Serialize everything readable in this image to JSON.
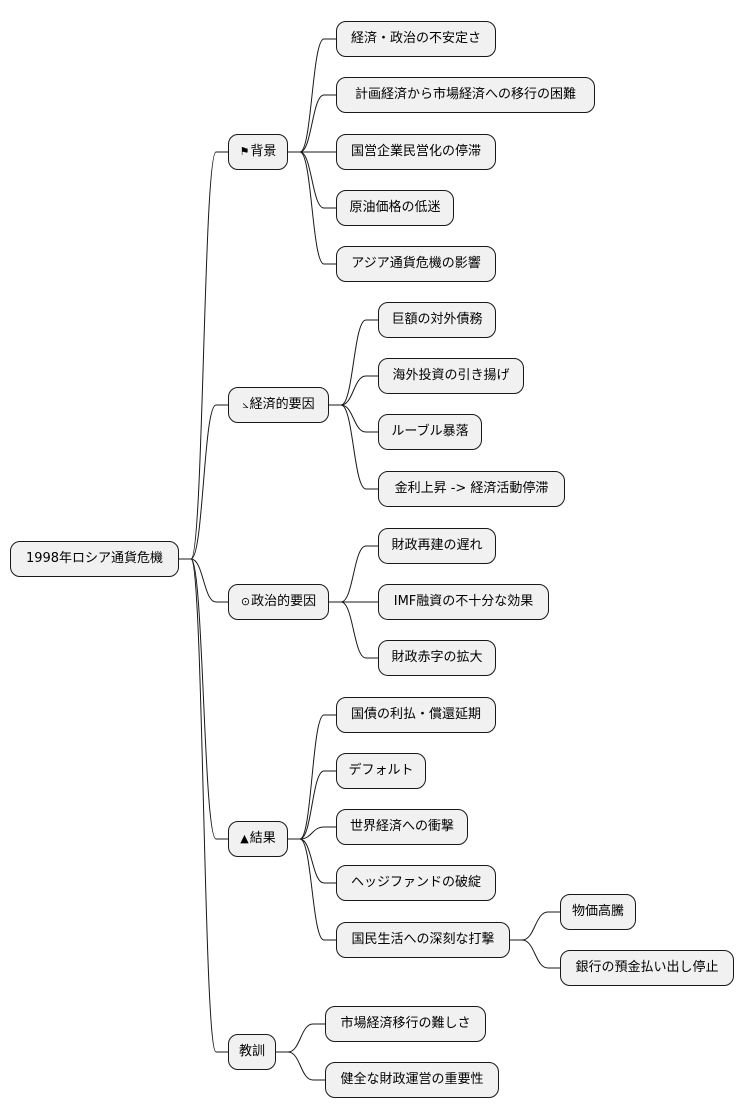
{
  "root": "1998年ロシア通貨危機",
  "colors": {
    "node_fill": "#f1f1f1",
    "node_border": "#181818",
    "edge": "#181818"
  },
  "branches": [
    {
      "icon": "flag-icon",
      "glyph": "⚑",
      "label": "背景",
      "children": [
        "経済・政治の不安定さ",
        "計画経済から市場経済への移行の困難",
        "国営企業民営化の停滞",
        "原油価格の低迷",
        "アジア通貨危機の影響"
      ]
    },
    {
      "icon": "chart-line-icon",
      "glyph": "⦣",
      "label": "経済的要因",
      "children": [
        "巨額の対外債務",
        "海外投資の引き揚げ",
        "ルーブル暴落",
        "金利上昇 -> 経済活動停滞"
      ]
    },
    {
      "icon": "clock-icon",
      "glyph": "⊙",
      "label": "政治的要因",
      "children": [
        "財政再建の遅れ",
        "IMF融資の不十分な効果",
        "財政赤字の拡大"
      ]
    },
    {
      "icon": "warning-icon",
      "glyph": "▲",
      "label": "結果",
      "children": [
        "国債の利払・償還延期",
        "デフォルト",
        "世界経済への衝撃",
        "ヘッジファンドの破綻",
        "国民生活への深刻な打撃"
      ],
      "sub": [
        "物価高騰",
        "銀行の預金払い出し停止"
      ]
    },
    {
      "icon": "",
      "glyph": "",
      "label": "教訓",
      "children": [
        "市場経済移行の難しさ",
        "健全な財政運営の重要性"
      ]
    }
  ]
}
